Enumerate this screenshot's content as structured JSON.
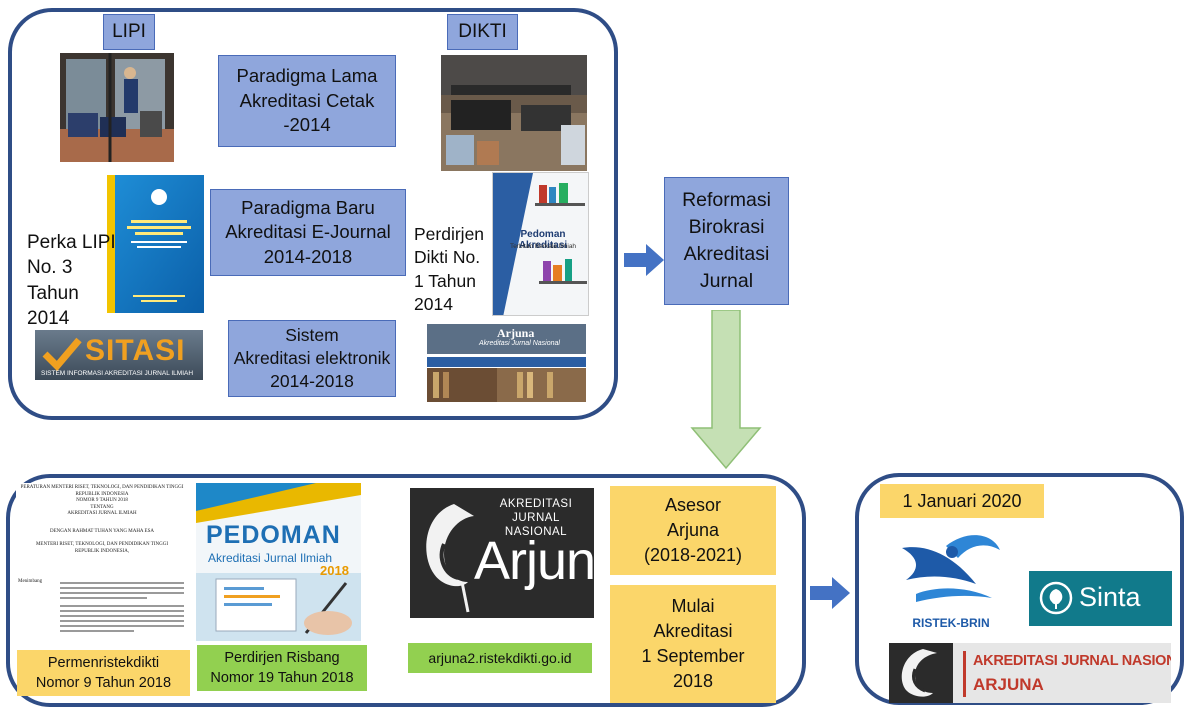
{
  "top_panel": {
    "lipi_label": "LIPI",
    "dikti_label": "DIKTI",
    "old_paradigm": "Paradigma Lama\nAkreditasi Cetak\n-2014",
    "new_paradigm": "Paradigma Baru\nAkreditasi E-Journal\n2014-2018",
    "system": "Sistem\nAkreditasi elektronik\n2014-2018",
    "perka_lipi": "Perka LIPI\nNo. 3 Tahun\n2014",
    "perdirjen_dikti": "Perdirjen\nDikti No.\n1 Tahun\n2014",
    "sitasi_logo": "SITASI",
    "sitasi_sub": "SISTEM INFORMASI AKREDITASI JURNAL ILMIAH",
    "pedoman_cover_title": "Pedoman Akreditasi",
    "pedoman_cover_sub": "Terbitan Berkala Ilmiah",
    "arjuna_banner_title": "Arjuna",
    "arjuna_banner_sub": "Akreditasi Jurnal Nasional"
  },
  "reform_box": "Reformasi\nBirokrasi\nAkreditasi\nJurnal",
  "bottom_panel": {
    "permen_caption": "Permenristekdikti\nNomor 9 Tahun 2018",
    "perdirjen_risbang_caption": "Perdirjen Risbang\nNomor 19 Tahun 2018",
    "arjuna_url": "arjuna2.ristekdikti.go.id",
    "asesor": "Asesor\nArjuna\n(2018-2021)",
    "mulai": "Mulai\nAkreditasi\n1 September\n2018",
    "pedoman_title": "PEDOMAN",
    "pedoman_sub": "Akreditasi Jurnal Ilmiah",
    "pedoman_year": "2018",
    "arjuna_logo_top": "AKREDITASI JURNAL\nNASIONAL",
    "arjuna_logo_main": "Arjuna",
    "doc_header": "PERATURAN MENTERI RISET, TEKNOLOGI, DAN PENDIDIKAN TINGGI\nREPUBLIK INDONESIA\nNOMOR 9 TAHUN 2018\nTENTANG\nAKREDITASI JURNAL ILMIAH",
    "doc_mid": "DENGAN RAHMAT TUHAN YANG MAHA ESA\n\nMENTERI RISET, TEKNOLOGI, DAN PENDIDIKAN TINGGI\nREPUBLIK INDONESIA,",
    "doc_menimbang": "Menimbang"
  },
  "right_panel": {
    "date": "1 Januari 2020",
    "ristek_label": "RISTEK-BRIN",
    "sinta_label": "Sinta",
    "arjuna_banner_main": "AKREDITASI JURNAL NASIONAL",
    "arjuna_banner_word": "ARJUNA"
  },
  "colors": {
    "panel_border": "#2f4d86",
    "blue_box": "#8fa6dc",
    "yellow_box": "#fbd66a",
    "green_box": "#92d050",
    "arrow_blue": "#4472c4",
    "arrow_green": "#c5e0b4"
  }
}
